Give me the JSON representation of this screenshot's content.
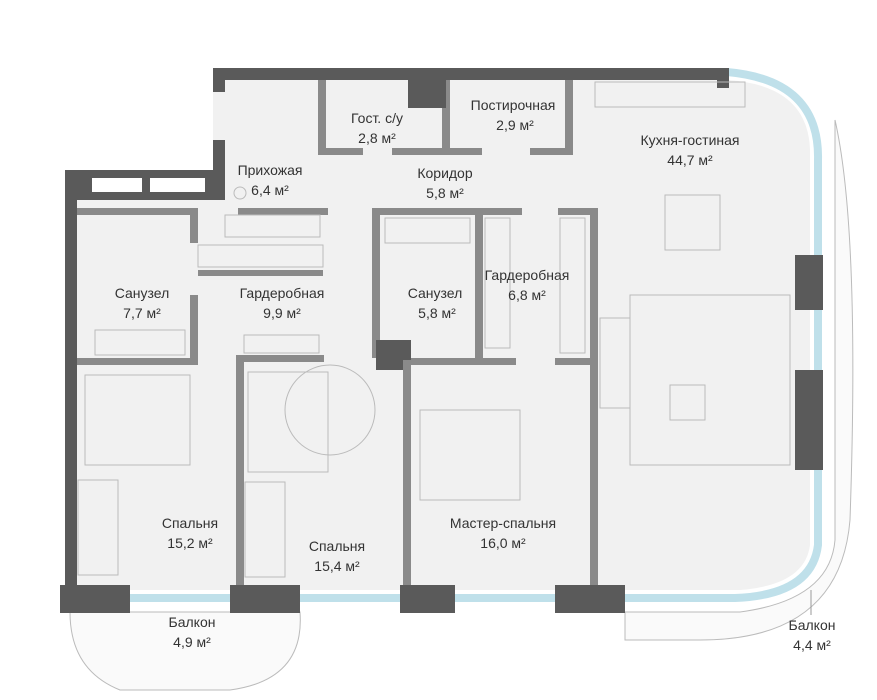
{
  "plan": {
    "unit": "м²",
    "rooms": [
      {
        "id": "guest-wc",
        "name": "Гост. с/у",
        "area": "2,8 м²"
      },
      {
        "id": "laundry",
        "name": "Постирочная",
        "area": "2,9 м²"
      },
      {
        "id": "kitchen-living",
        "name": "Кухня-гостиная",
        "area": "44,7 м²"
      },
      {
        "id": "hallway",
        "name": "Прихожая",
        "area": "6,4 м²"
      },
      {
        "id": "corridor",
        "name": "Коридор",
        "area": "5,8 м²"
      },
      {
        "id": "bathroom-1",
        "name": "Санузел",
        "area": "7,7 м²"
      },
      {
        "id": "wardrobe-1",
        "name": "Гардеробная",
        "area": "9,9 м²"
      },
      {
        "id": "bathroom-2",
        "name": "Санузел",
        "area": "5,8 м²"
      },
      {
        "id": "wardrobe-2",
        "name": "Гардеробная",
        "area": "6,8 м²"
      },
      {
        "id": "bedroom-1",
        "name": "Спальня",
        "area": "15,2 м²"
      },
      {
        "id": "bedroom-2",
        "name": "Спальня",
        "area": "15,4 м²"
      },
      {
        "id": "master-bedroom",
        "name": "Мастер-спальня",
        "area": "16,0 м²"
      },
      {
        "id": "balcony-1",
        "name": "Балкон",
        "area": "4,9 м²"
      },
      {
        "id": "balcony-2",
        "name": "Балкон",
        "area": "4,4 м²"
      }
    ]
  }
}
